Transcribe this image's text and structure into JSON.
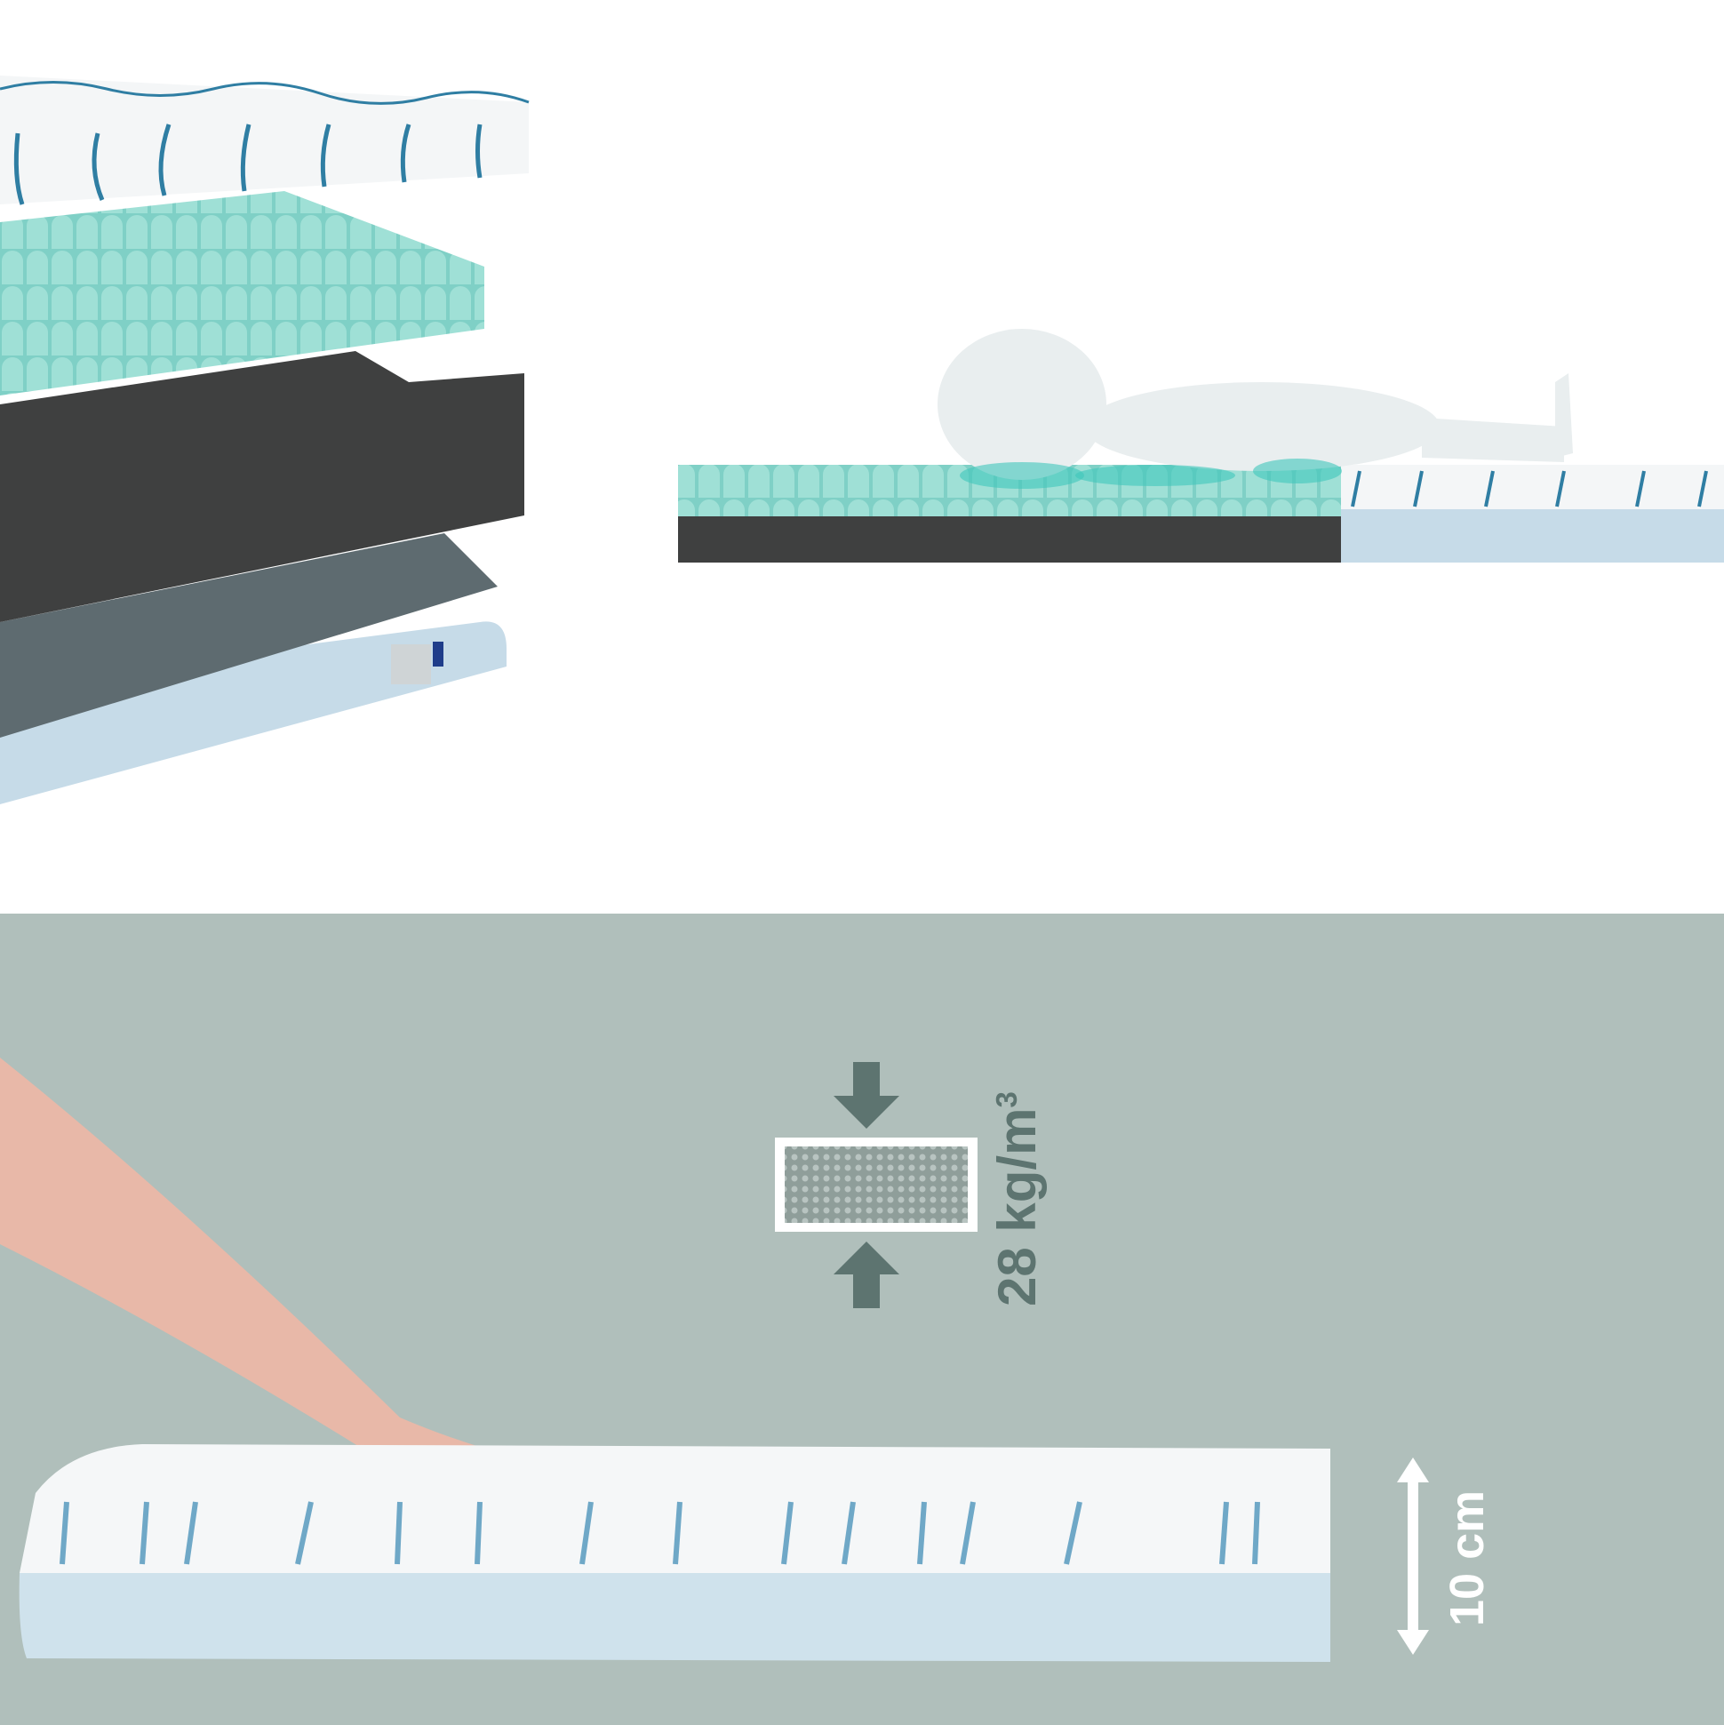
{
  "infographic": {
    "density_label": "28 kg/m",
    "density_superscript": "3",
    "height_label": "10 cm",
    "colors": {
      "background_top": "#ffffff",
      "background_bottom": "#b0bfbb",
      "teal_foam": "#7fd0c6",
      "dark_foam": "#3f4040",
      "cover_blue": "#c6dbe8",
      "stripe_blue": "#2f7ea3",
      "arrow_gray": "#5d7470"
    }
  }
}
